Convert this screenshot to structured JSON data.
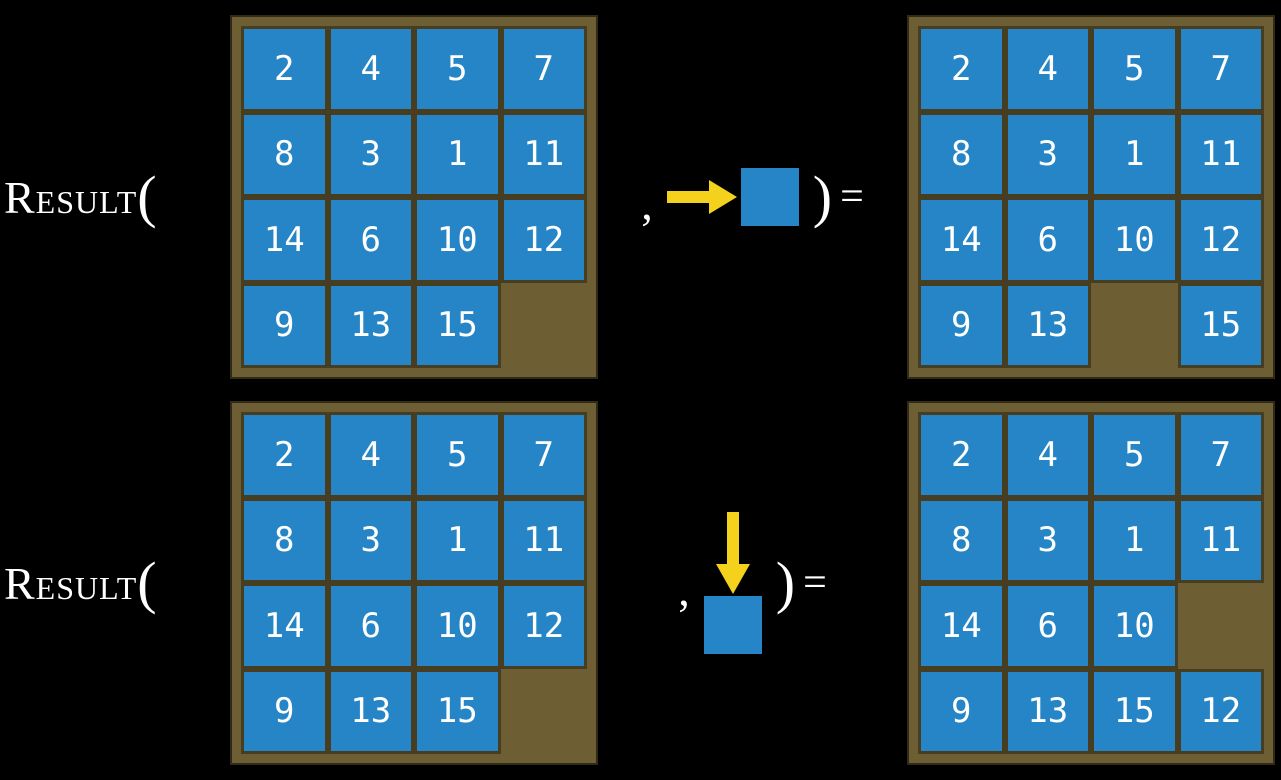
{
  "colors": {
    "background": "#000000",
    "board": "#6e5e33",
    "tile": "#2585c6",
    "tile_text": "#ffffff",
    "arrow": "#f3d11d",
    "label_text": "#ffffff"
  },
  "rows": [
    {
      "name": "move-right-example",
      "label_text": "Result",
      "open_paren": "(",
      "comma": ",",
      "action": {
        "direction": "right",
        "icon": "arrow-right-into-tile"
      },
      "close_paren": ")",
      "equals": "=",
      "input_grid": [
        [
          "2",
          "4",
          "5",
          "7"
        ],
        [
          "8",
          "3",
          "1",
          "11"
        ],
        [
          "14",
          "6",
          "10",
          "12"
        ],
        [
          "9",
          "13",
          "15",
          ""
        ]
      ],
      "output_grid": [
        [
          "2",
          "4",
          "5",
          "7"
        ],
        [
          "8",
          "3",
          "1",
          "11"
        ],
        [
          "14",
          "6",
          "10",
          "12"
        ],
        [
          "9",
          "13",
          "",
          "15"
        ]
      ]
    },
    {
      "name": "move-down-example",
      "label_text": "Result",
      "open_paren": "(",
      "comma": ",",
      "action": {
        "direction": "down",
        "icon": "arrow-down-onto-tile"
      },
      "close_paren": ")",
      "equals": "=",
      "input_grid": [
        [
          "2",
          "4",
          "5",
          "7"
        ],
        [
          "8",
          "3",
          "1",
          "11"
        ],
        [
          "14",
          "6",
          "10",
          "12"
        ],
        [
          "9",
          "13",
          "15",
          ""
        ]
      ],
      "output_grid": [
        [
          "2",
          "4",
          "5",
          "7"
        ],
        [
          "8",
          "3",
          "1",
          "11"
        ],
        [
          "14",
          "6",
          "10",
          ""
        ],
        [
          "9",
          "13",
          "15",
          "12"
        ]
      ]
    }
  ]
}
